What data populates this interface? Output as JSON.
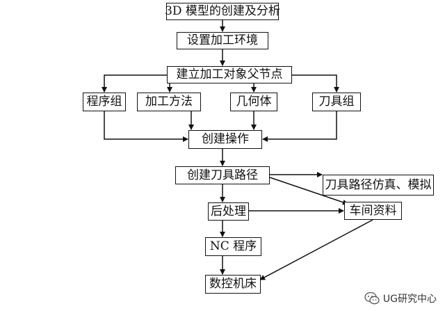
{
  "diagram": {
    "nodes": {
      "n1": "3D 模型的创建及分析",
      "n2": "设置加工环境",
      "n3": "建立加工对象父节点",
      "n4": "程序组",
      "n5": "加工方法",
      "n6": "几何体",
      "n7": "刀具组",
      "n8": "创建操作",
      "n9": "创建刀具路径",
      "n10": "刀具路径仿真、模拟",
      "n11": "后处理",
      "n12": "车间资料",
      "n13": "NC 程序",
      "n14": "数控机床"
    },
    "edges": [
      [
        "n1",
        "n2"
      ],
      [
        "n2",
        "n3"
      ],
      [
        "n3",
        "n4"
      ],
      [
        "n3",
        "n5"
      ],
      [
        "n3",
        "n6"
      ],
      [
        "n3",
        "n7"
      ],
      [
        "n4",
        "n8"
      ],
      [
        "n5",
        "n8"
      ],
      [
        "n6",
        "n8"
      ],
      [
        "n7",
        "n8"
      ],
      [
        "n8",
        "n9"
      ],
      [
        "n9",
        "n10"
      ],
      [
        "n9",
        "n11"
      ],
      [
        "n9",
        "n12"
      ],
      [
        "n11",
        "n12"
      ],
      [
        "n11",
        "n13"
      ],
      [
        "n13",
        "n14"
      ],
      [
        "n12",
        "n14"
      ]
    ]
  },
  "watermark": {
    "text": "UG研究中心",
    "icon": "wechat-icon"
  }
}
